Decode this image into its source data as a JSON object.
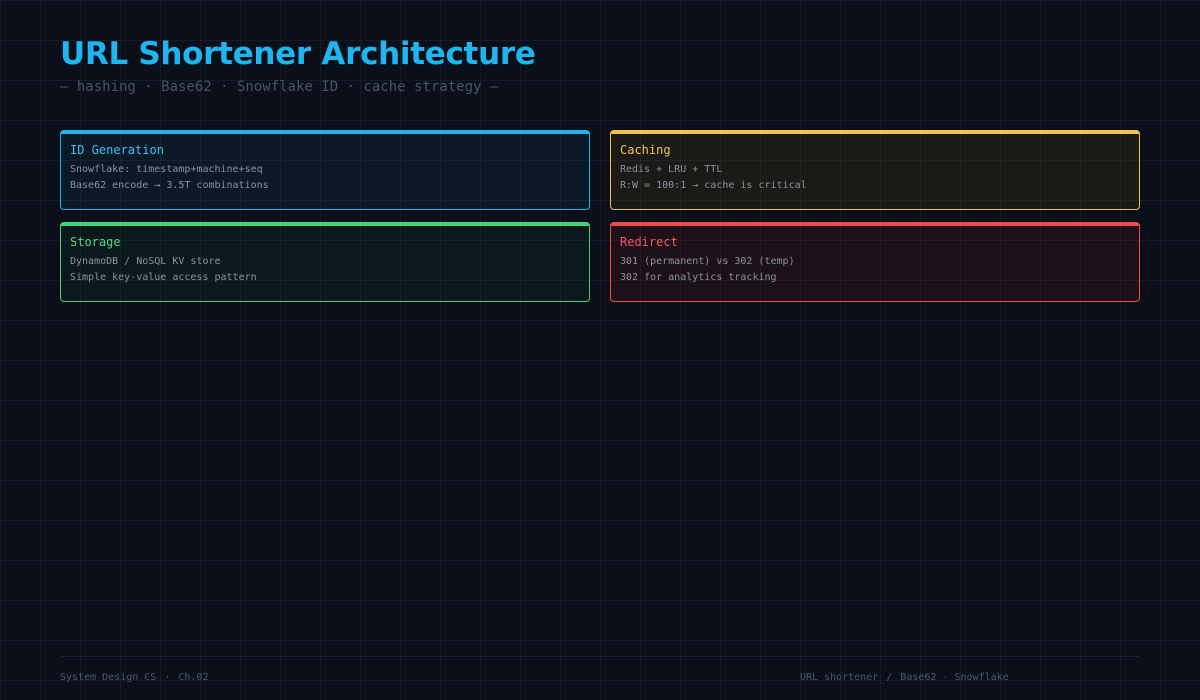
{
  "header": {
    "title": "URL Shortener Architecture",
    "subtitle": "— hashing · Base62 · Snowflake ID · cache strategy —"
  },
  "cards": [
    {
      "title": "ID Generation",
      "lines": [
        "Snowflake: timestamp+machine+seq",
        "Base62 encode → 3.5T combinations"
      ],
      "color": "#1fb6f0"
    },
    {
      "title": "Caching",
      "lines": [
        "Redis + LRU + TTL",
        "R:W = 100:1 → cache is critical"
      ],
      "color": "#f2c14e"
    },
    {
      "title": "Storage",
      "lines": [
        "DynamoDB / NoSQL KV store",
        "Simple key-value access pattern"
      ],
      "color": "#3fd47a"
    },
    {
      "title": "Redirect",
      "lines": [
        "301 (permanent) vs 302 (temp)",
        "302 for analytics tracking"
      ],
      "color": "#f04a4a"
    }
  ],
  "footer": {
    "course": "System Design CS",
    "separator_left": "·",
    "chapter": "Ch.02",
    "topic": "URL shortener",
    "separator_right": "/",
    "keywords": "Base62 · Snowflake"
  }
}
